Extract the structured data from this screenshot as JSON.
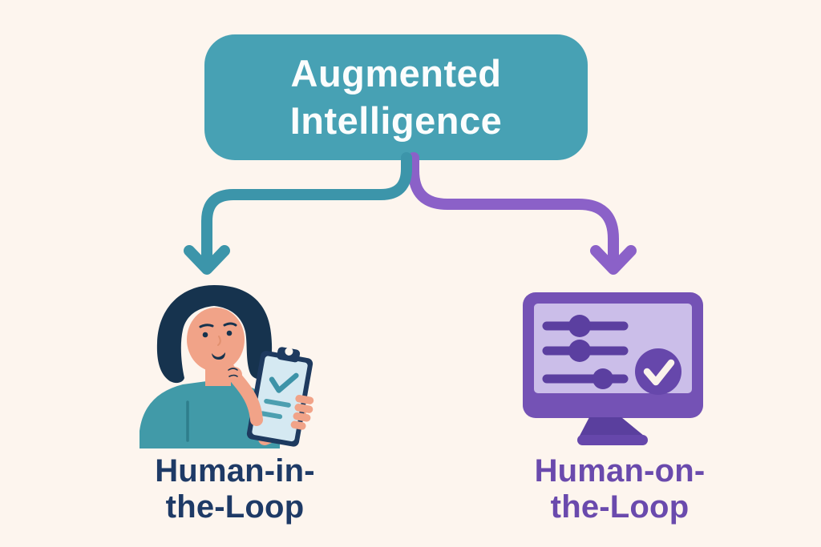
{
  "root": {
    "line1": "Augmented",
    "line2": "Intelligence"
  },
  "branches": [
    {
      "id": "human-in-the-loop",
      "label_line1": "Human-in-",
      "label_line2": "the-Loop",
      "illustration": "woman-thinking-with-checklist-clipboard-icon"
    },
    {
      "id": "human-on-the-loop",
      "label_line1": "Human-on-",
      "label_line2": "the-Loop",
      "illustration": "monitor-with-sliders-and-checkmark-icon"
    }
  ],
  "colors": {
    "background": "#FDF5EE",
    "root_box": "#47A1B4",
    "root_text": "#FBFDFD",
    "arrow_left": "#3C95AA",
    "arrow_right": "#8B61C8",
    "label_left": "#1E3A66",
    "label_right": "#6A4AAD",
    "hair_navy": "#16334E",
    "skin": "#F1A388",
    "shirt_teal": "#419AA8",
    "clipboard_navy": "#1E3A5F",
    "clipboard_paper": "#D5E9F2",
    "check_teal": "#3D93A8",
    "monitor_frame": "#7452B5",
    "monitor_screen": "#CBBEE9",
    "slider_purple": "#5B3FA0",
    "check_badge": "#6647AB"
  }
}
